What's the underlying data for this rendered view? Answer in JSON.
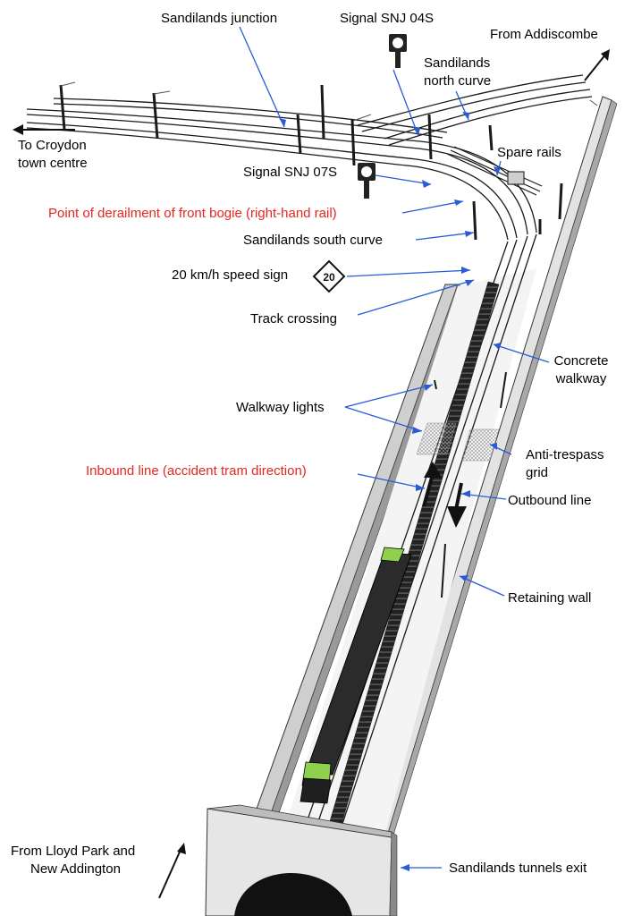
{
  "labels": {
    "sandilands_junction": "Sandilands junction",
    "signal_04s": "Signal SNJ 04S",
    "from_addiscombe": "From Addiscombe",
    "north_curve_1": "Sandilands",
    "north_curve_2": "north curve",
    "to_croydon_1": "To Croydon",
    "to_croydon_2": "town centre",
    "spare_rails": "Spare rails",
    "signal_07s": "Signal SNJ 07S",
    "derailment": "Point of derailment of front bogie (right-hand rail)",
    "south_curve": "Sandilands south curve",
    "speed_sign": "20 km/h speed sign",
    "speed_sign_value": "20",
    "track_crossing": "Track crossing",
    "concrete_walkway_1": "Concrete",
    "concrete_walkway_2": "walkway",
    "walkway_lights": "Walkway lights",
    "anti_trespass_1": "Anti-trespass",
    "anti_trespass_2": "grid",
    "inbound_line": "Inbound line (accident tram direction)",
    "outbound_line": "Outbound line",
    "retaining_wall": "Retaining wall",
    "from_lloyd_park_1": "From Lloyd Park and",
    "from_lloyd_park_2": "New Addington",
    "tunnels_exit": "Sandilands tunnels exit"
  },
  "colors": {
    "leader_line": "#2a5bd7",
    "highlight_text": "#e8251f",
    "tram_body": "#2b2b2b",
    "tram_front": "#8fd14f",
    "wall_face": "#d9d9d9",
    "track": "#1a1a1a"
  }
}
